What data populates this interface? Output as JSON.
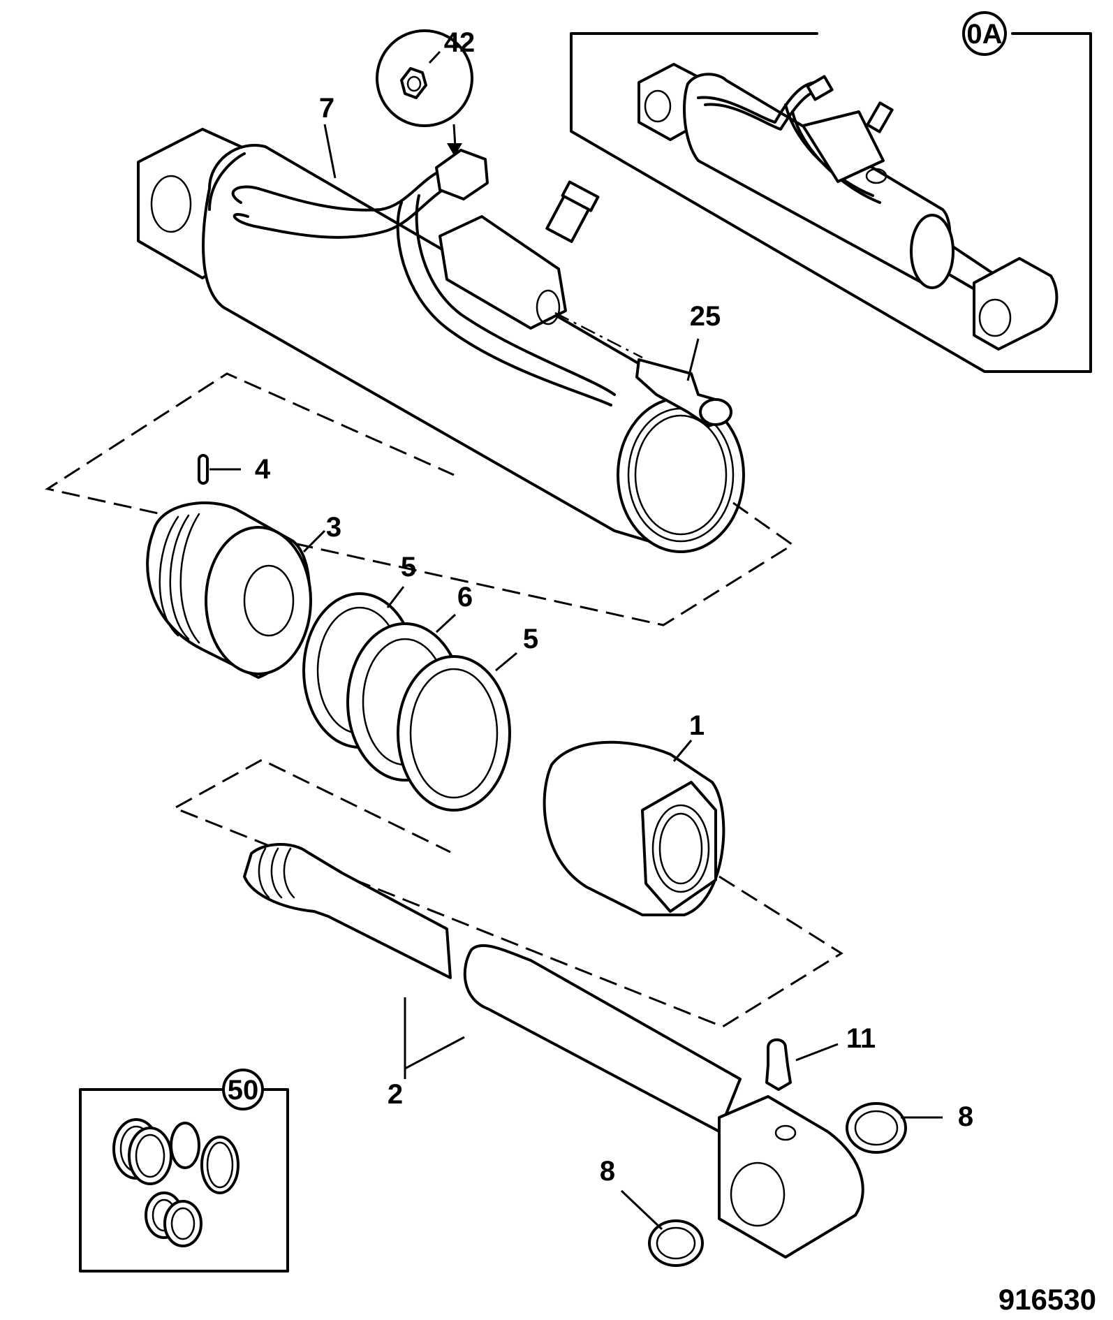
{
  "drawing_number": "916530",
  "callouts": {
    "c1": "1",
    "c2": "2",
    "c3": "3",
    "c4": "4",
    "c5a": "5",
    "c5b": "5",
    "c6": "6",
    "c7": "7",
    "c8a": "8",
    "c8b": "8",
    "c11": "11",
    "c25": "25",
    "c42": "42",
    "c50": "50",
    "c0a": "0A"
  }
}
